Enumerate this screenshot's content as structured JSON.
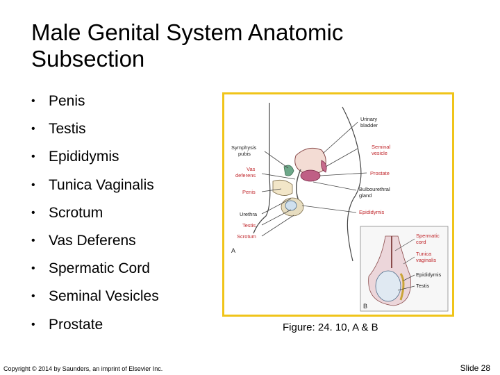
{
  "slide": {
    "title": "Male Genital System Anatomic Subsection",
    "bullets": [
      "Penis",
      "Testis",
      "Epididymis",
      "Tunica Vaginalis",
      "Scrotum",
      "Vas Deferens",
      "Spermatic Cord",
      "Seminal Vesicles",
      "Prostate"
    ],
    "bullet_glyph": "•",
    "figure_caption": "Figure: 24. 10, A & B",
    "copyright": "Copyright © 2014 by Saunders, an imprint of Elsevier Inc.",
    "slide_number": "Slide 28"
  },
  "figure": {
    "frame_color": "#f0c419",
    "panel_a_label": "A",
    "panel_b_label": "B",
    "labels": {
      "urinary_bladder_1": "Urinary",
      "urinary_bladder_2": "bladder",
      "symphysis_pubis_1": "Symphysis",
      "symphysis_pubis_2": "pubis",
      "seminal_vesicle_1": "Seminal",
      "seminal_vesicle_2": "vesicle",
      "vas_deferens_1": "Vas",
      "vas_deferens_2": "deferens",
      "prostate": "Prostate",
      "penis": "Penis",
      "bulbourethral_gland_1": "Bulbourethral",
      "bulbourethral_gland_2": "gland",
      "urethra": "Urethra",
      "epididymis_a": "Epididymis",
      "testis_a": "Testis",
      "scrotum": "Scrotum",
      "spermatic_cord_1": "Spermatic",
      "spermatic_cord_2": "cord",
      "tunica_vaginalis_1": "Tunica",
      "tunica_vaginalis_2": "vaginalis",
      "epididymis_b": "Epididymis",
      "testis_b": "Testis"
    }
  }
}
